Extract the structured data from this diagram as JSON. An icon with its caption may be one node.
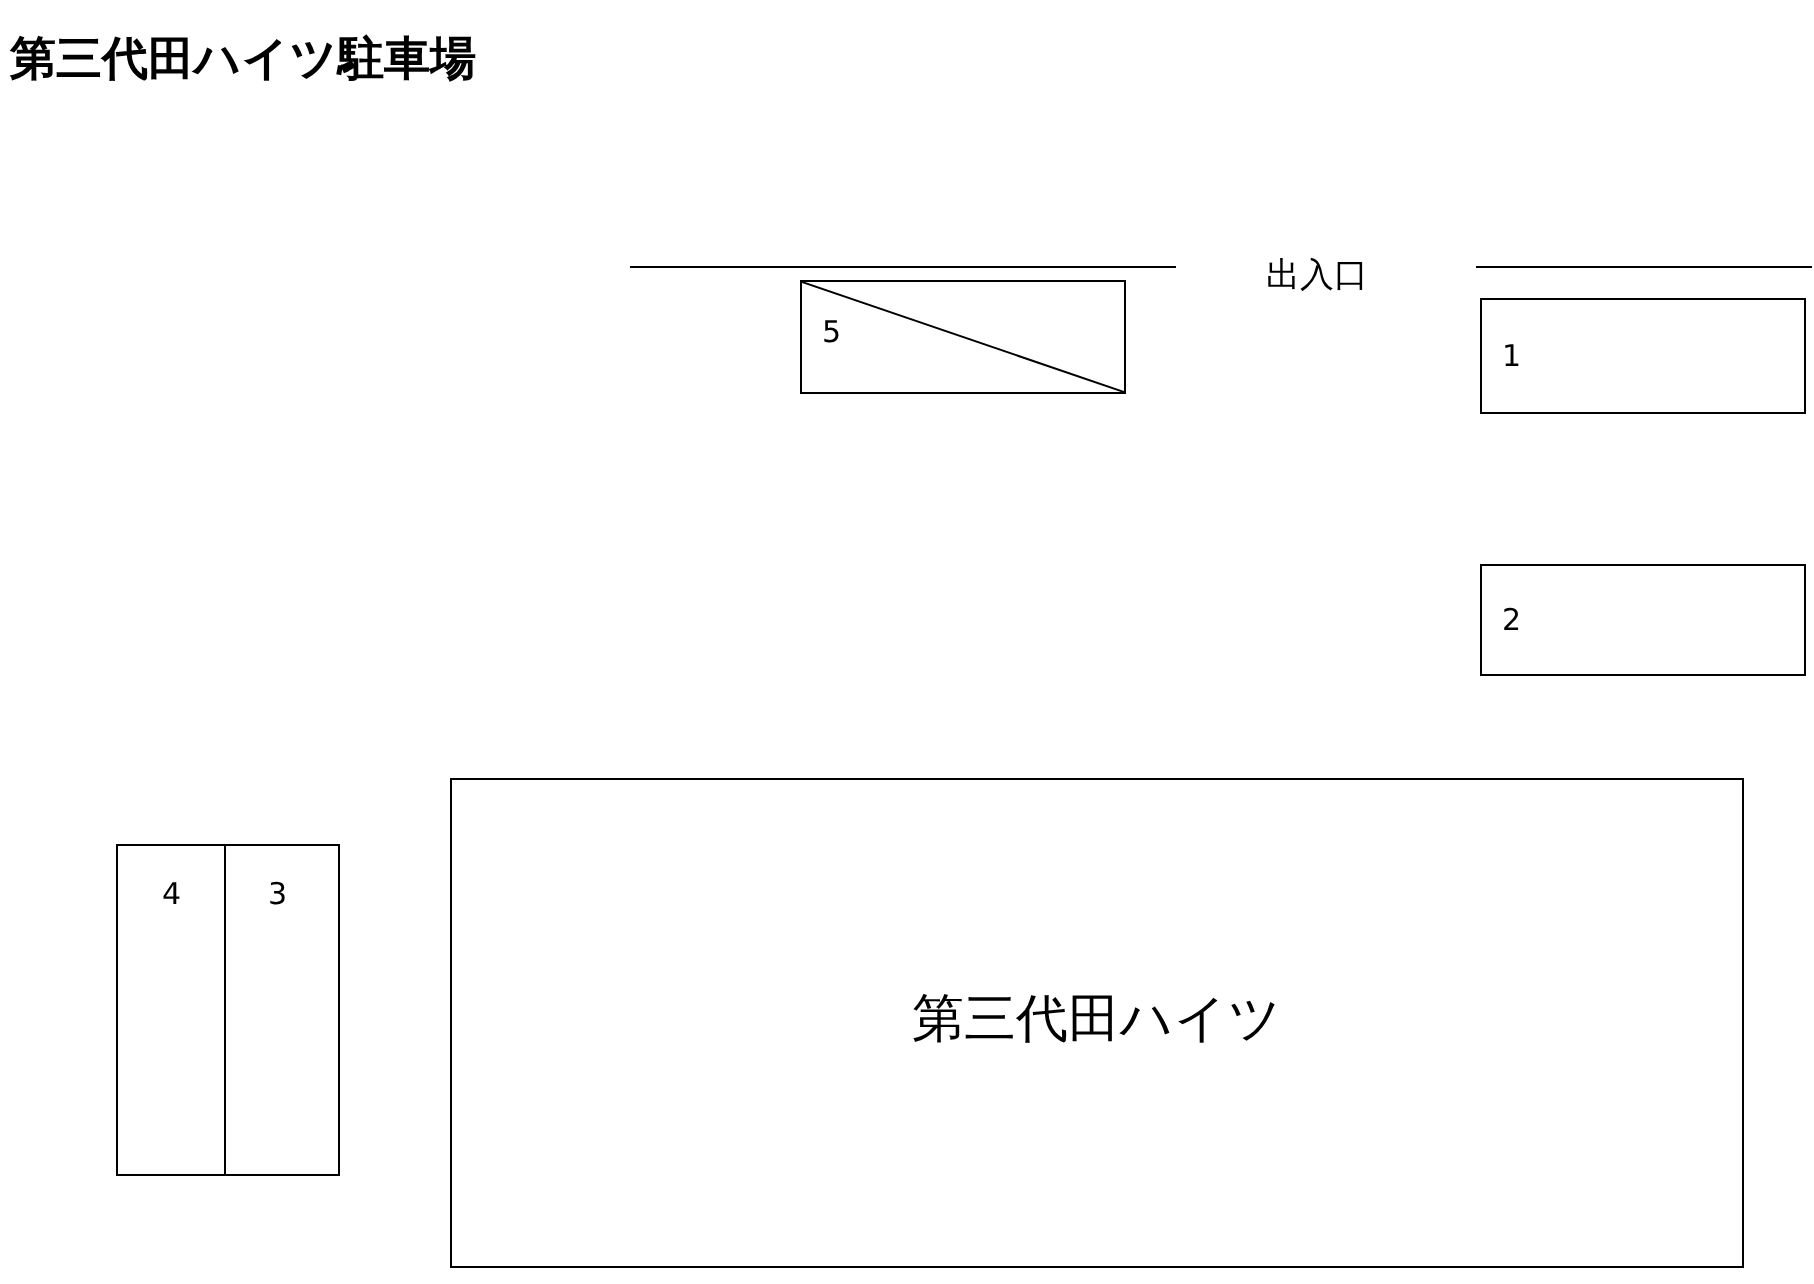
{
  "diagram": {
    "title": "第三代田ハイツ駐車場",
    "nodes": [
      {
        "text": [
          "5"
        ]
      },
      {
        "text": [
          "1"
        ]
      },
      {
        "text": [
          "2"
        ]
      },
      {
        "text": [
          "第三代田ハイツ"
        ]
      },
      {
        "text": [
          "4"
        ]
      },
      {
        "text": [
          "3"
        ]
      }
    ],
    "labels": [
      "出入口"
    ]
  }
}
